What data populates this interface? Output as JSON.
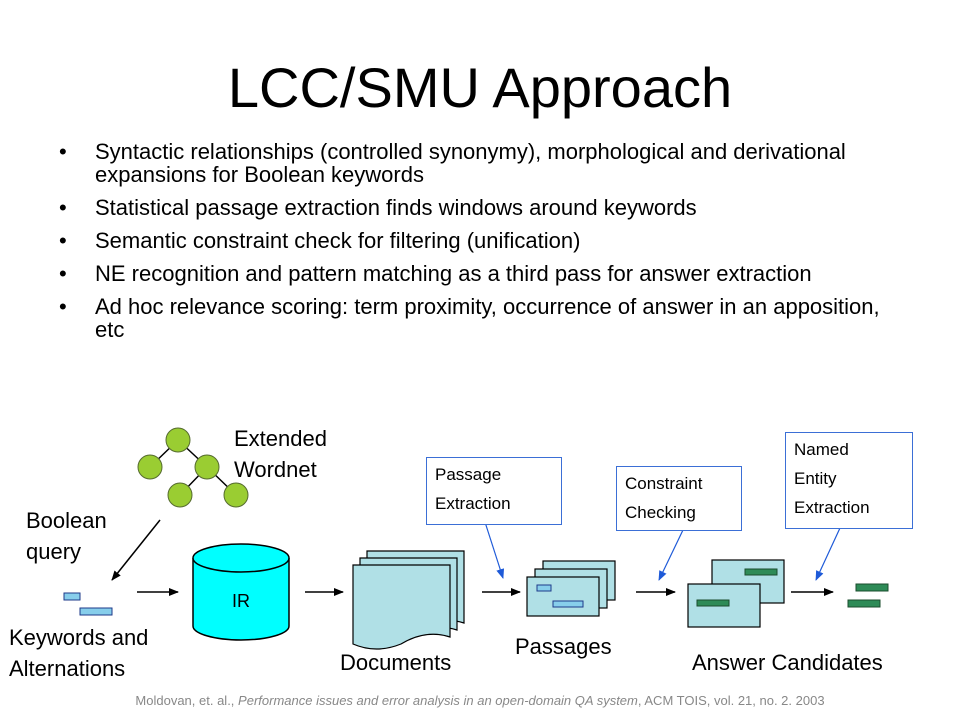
{
  "slide": {
    "title": "LCC/SMU Approach",
    "bullets": [
      "Syntactic relationships (controlled synonymy), morphological and derivational expansions for Boolean keywords",
      "Statistical passage extraction finds windows around keywords",
      "Semantic constraint check for filtering (unification)",
      "NE recognition and pattern matching as a third pass for answer extraction",
      "Ad hoc relevance scoring: term proximity, occurrence of answer in an apposition, etc"
    ],
    "bullet_symbol": "•"
  },
  "diagram": {
    "extended_wordnet": "Extended\nWordnet",
    "boolean_query": "Boolean\nquery",
    "keywords": "Keywords and\nAlternations",
    "ir": "IR",
    "documents": "Documents",
    "passages": "Passages",
    "answer_candidates": "Answer Candidates",
    "passage_extraction": "Passage\nExtraction",
    "constraint_checking": "Constraint\nChecking",
    "named_entity": "Named\nEntity\nExtraction"
  },
  "citation": {
    "authors": "Moldovan, et. al., ",
    "paper": "Performance issues and error analysis in an open-domain QA system",
    "venue": ", ACM TOIS, vol. 21, no. 2.  2003"
  },
  "colors": {
    "node_green": "#9ACD32",
    "cyan": "#00FFFF",
    "doc_fill": "#B0E0E6",
    "slot_blue": "#87CEEB",
    "slot_green": "#2E8B57",
    "callout_border": "#3B6FD6"
  }
}
